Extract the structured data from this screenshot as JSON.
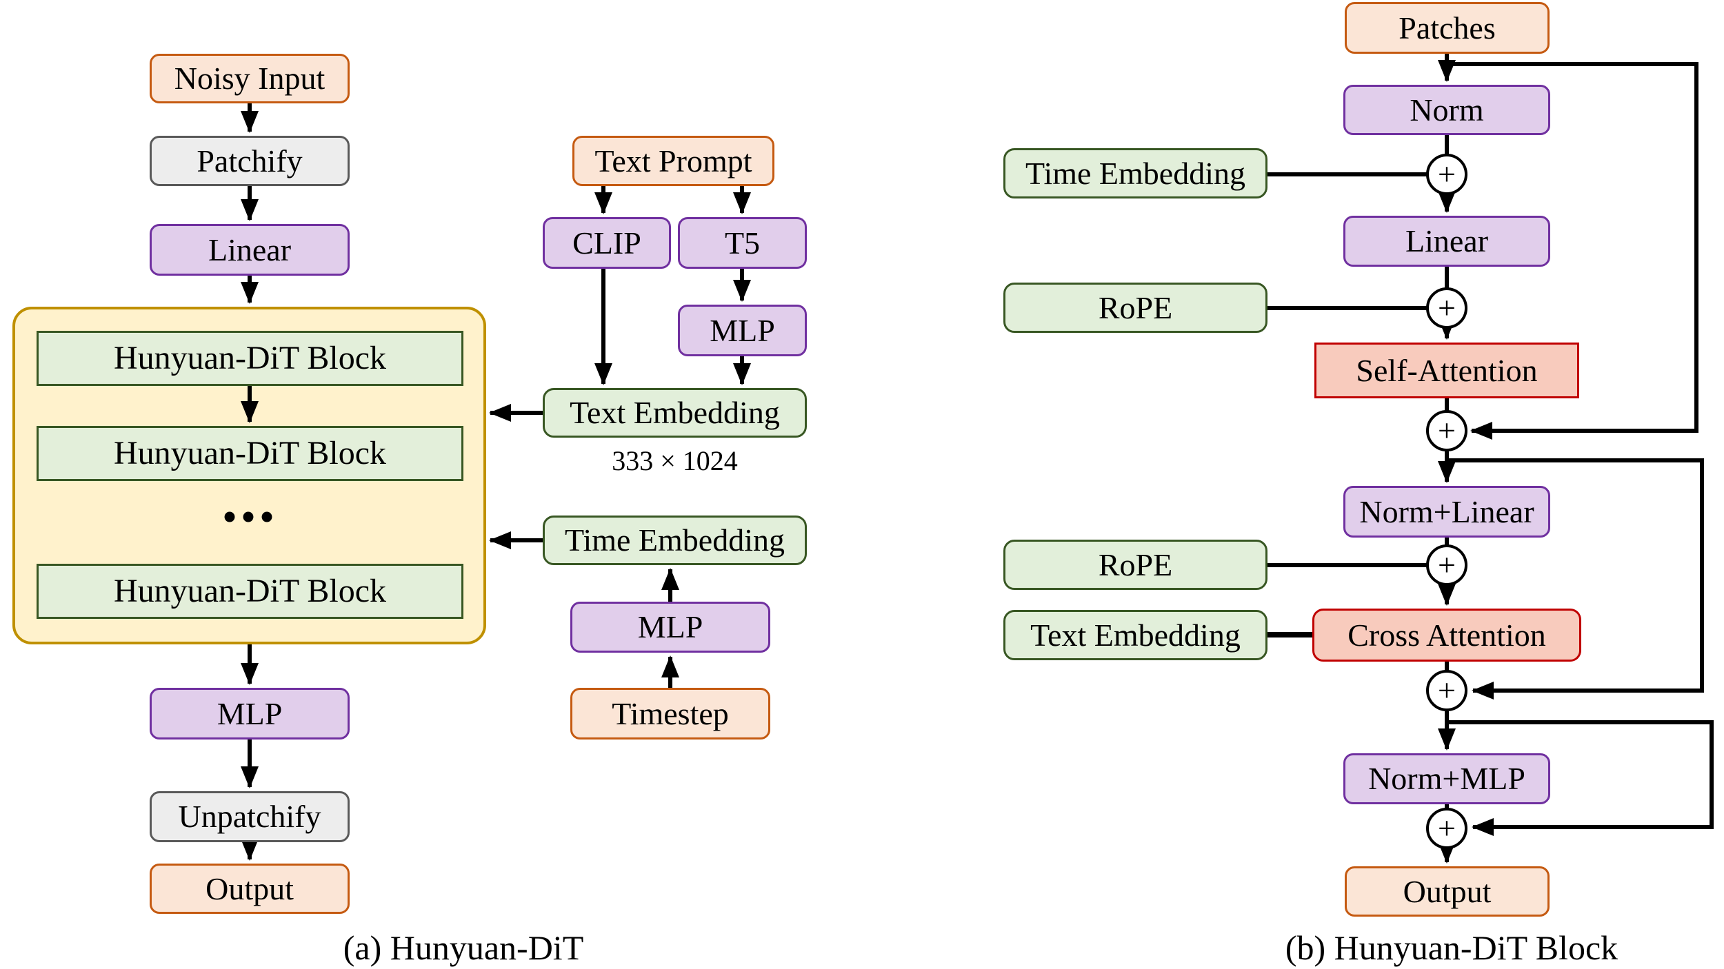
{
  "figure": {
    "colors": {
      "peach_fill": "#FBE5D6",
      "peach_border": "#C55A11",
      "gray_fill": "#EDEDED",
      "gray_border": "#595959",
      "purple_fill": "#E1CEEB",
      "purple_border": "#7030A0",
      "green_fill": "#E2EFDA",
      "green_border": "#385723",
      "yellow_fill": "#FFF2CC",
      "yellow_border": "#BF9000",
      "red_fill": "#F8CBBD",
      "red_border": "#C00000",
      "line": "#000000"
    },
    "diagram_a": {
      "caption": "(a) Hunyuan-DiT",
      "nodes": {
        "noisy_input": "Noisy Input",
        "patchify": "Patchify",
        "linear": "Linear",
        "dit_block": "Hunyuan-DiT Block",
        "ellipsis": "...",
        "mlp_head": "MLP",
        "unpatchify": "Unpatchify",
        "output": "Output",
        "text_prompt": "Text Prompt",
        "clip": "CLIP",
        "t5": "T5",
        "mlp_text": "MLP",
        "text_embedding": "Text Embedding",
        "text_embedding_shape": "333 × 1024",
        "time_embedding": "Time Embedding",
        "mlp_time": "MLP",
        "timestep": "Timestep"
      }
    },
    "diagram_b": {
      "caption": "(b) Hunyuan-DiT Block",
      "plus": "+",
      "nodes": {
        "patches": "Patches",
        "norm": "Norm",
        "time_embedding": "Time Embedding",
        "linear": "Linear",
        "rope": "RoPE",
        "self_attention": "Self-Attention",
        "norm_linear": "Norm+Linear",
        "text_embedding": "Text Embedding",
        "cross_attention": "Cross Attention",
        "norm_mlp": "Norm+MLP",
        "output": "Output"
      }
    }
  }
}
